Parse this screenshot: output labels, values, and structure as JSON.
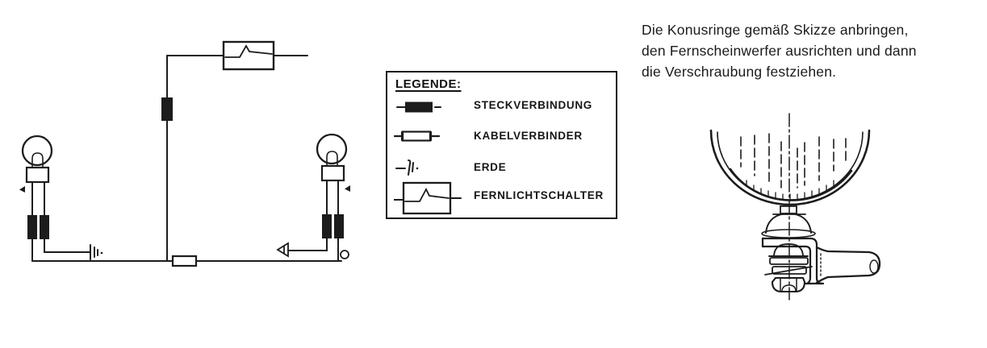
{
  "colors": {
    "background": "#ffffff",
    "ink": "#1a1a1a"
  },
  "instructions": {
    "lines": [
      "Die Konusringe gemäß Skizze anbringen,",
      "den Fernscheinwerfer ausrichten und dann",
      "die Verschraubung festziehen."
    ]
  },
  "legend": {
    "title": "LEGENDE:",
    "items": [
      {
        "icon": "plug-connector-icon",
        "label": "STECKVERBINDUNG"
      },
      {
        "icon": "cable-connector-icon",
        "label": "KABELVERBINDER"
      },
      {
        "icon": "ground-icon",
        "label": "ERDE"
      },
      {
        "icon": "dimmer-switch-icon",
        "label": "FERNLICHTSCHALTER"
      }
    ]
  },
  "wiring_diagram": {
    "components": [
      "high-beam-switch-box",
      "plug-connector-vertical",
      "cable-connector-bottom",
      "bulb-left",
      "bulb-right",
      "plug-connectors-left",
      "plug-connectors-right",
      "ground-left",
      "ground-right",
      "terminal-ring"
    ]
  },
  "headlamp_drawing": {
    "components": [
      "headlamp-bowl",
      "reflector-hatching",
      "scale-ticks",
      "cone-ring-upper",
      "cone-ring-lower",
      "flat-washer",
      "lock-washer",
      "nut",
      "mounting-bracket",
      "handlebar-tube"
    ]
  }
}
